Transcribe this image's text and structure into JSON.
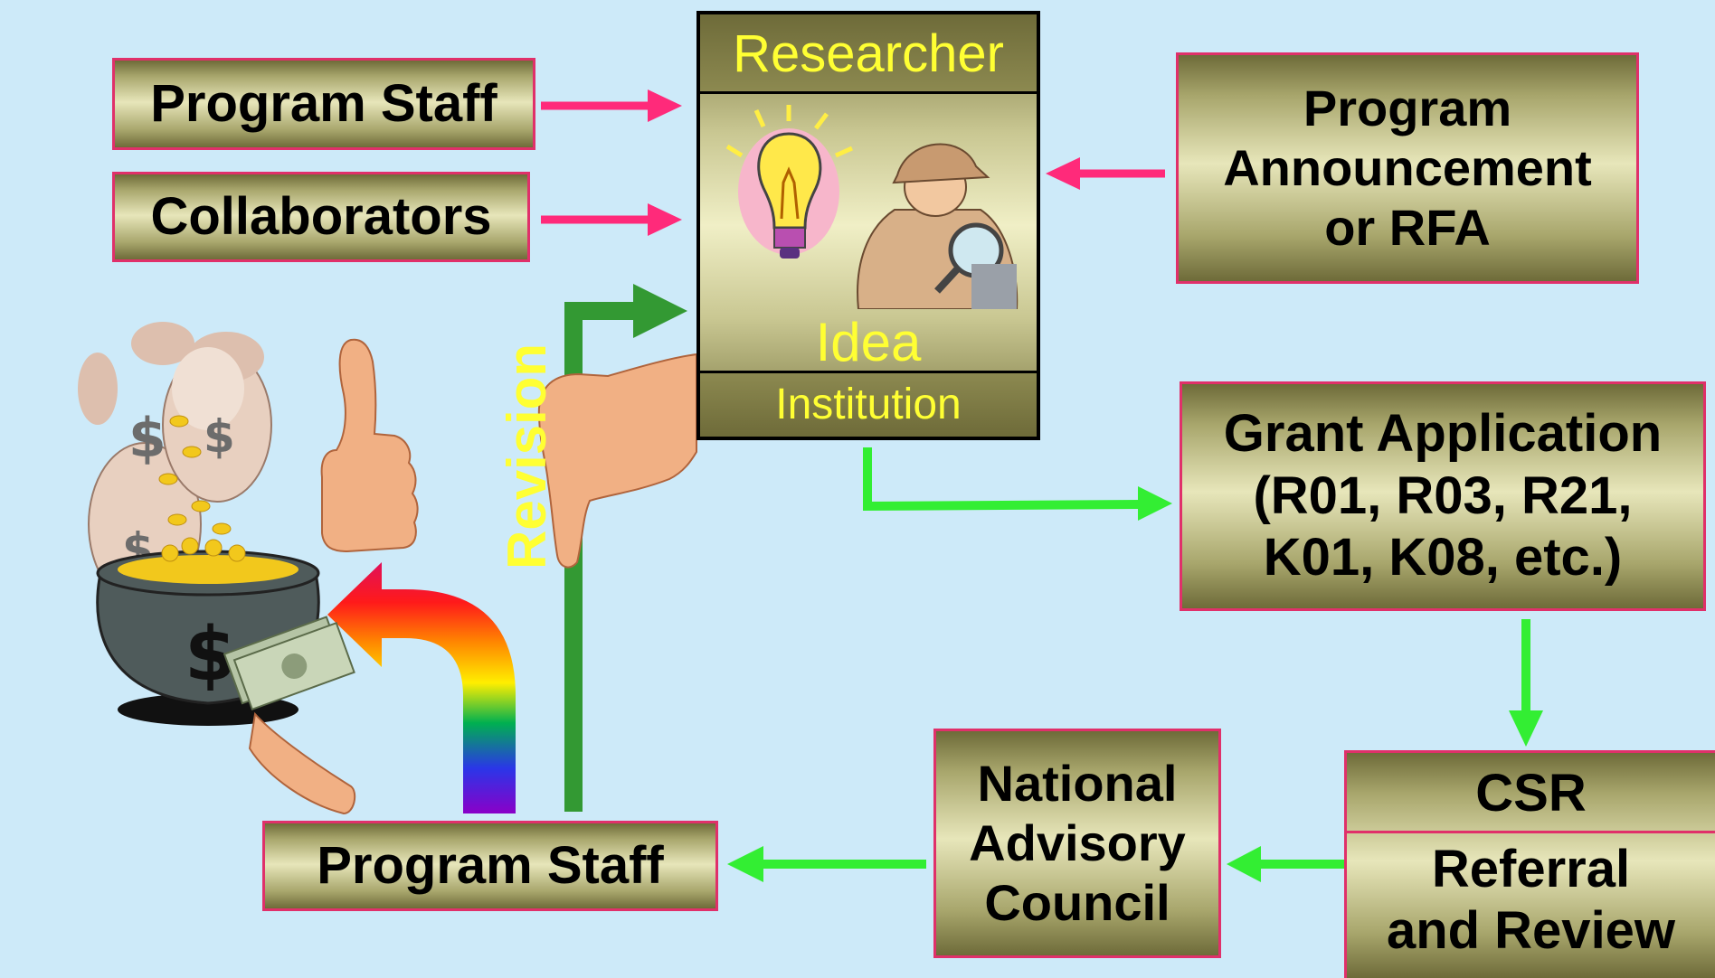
{
  "researcher": {
    "title": "Researcher",
    "idea": "Idea",
    "institution": "Institution"
  },
  "inputs": {
    "program_staff": "Program Staff",
    "collaborators": "Collaborators",
    "announcement": [
      "Program",
      "Announcement",
      "or RFA"
    ]
  },
  "grant_application": [
    "Grant Application",
    "(R01, R03, R21,",
    "K01, K08, etc.)"
  ],
  "csr": {
    "title": "CSR",
    "body": [
      "Referral",
      "and Review"
    ]
  },
  "council": [
    "National",
    "Advisory",
    "Council"
  ],
  "program_staff_bottom": "Program Staff",
  "revision_label": "Revision",
  "colors": {
    "background": "#cdeaf9",
    "input_arrow": "#ff2a7a",
    "flow_arrow": "#33ee33",
    "revision_arrow": "#339933",
    "box_border": "#e0306a",
    "title_text": "#ffff33"
  }
}
